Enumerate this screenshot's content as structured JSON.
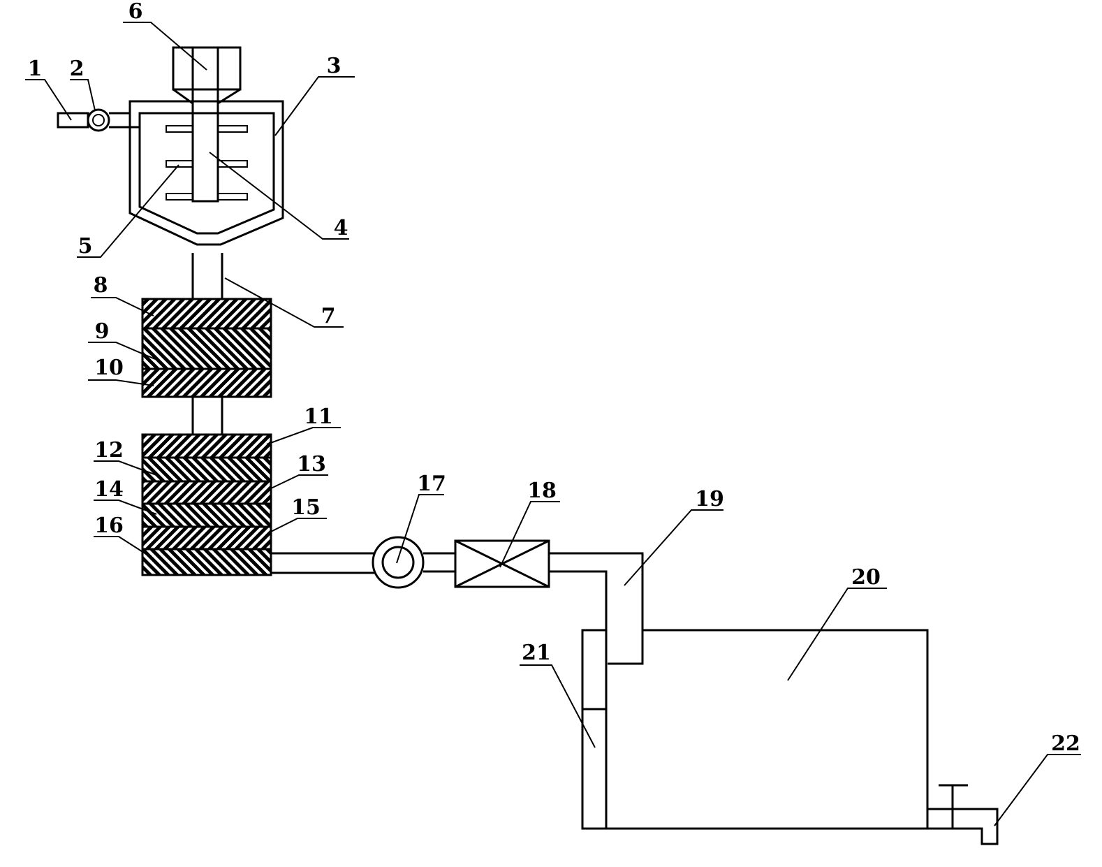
{
  "labels": {
    "n1": "1",
    "n2": "2",
    "n3": "3",
    "n4": "4",
    "n5": "5",
    "n6": "6",
    "n7": "7",
    "n8": "8",
    "n9": "9",
    "n10": "10",
    "n11": "11",
    "n12": "12",
    "n13": "13",
    "n14": "14",
    "n15": "15",
    "n16": "16",
    "n17": "17",
    "n18": "18",
    "n19": "19",
    "n20": "20",
    "n21": "21",
    "n22": "22"
  },
  "colors": {
    "line": "#000000",
    "background": "#ffffff",
    "hatch": "#000000"
  }
}
